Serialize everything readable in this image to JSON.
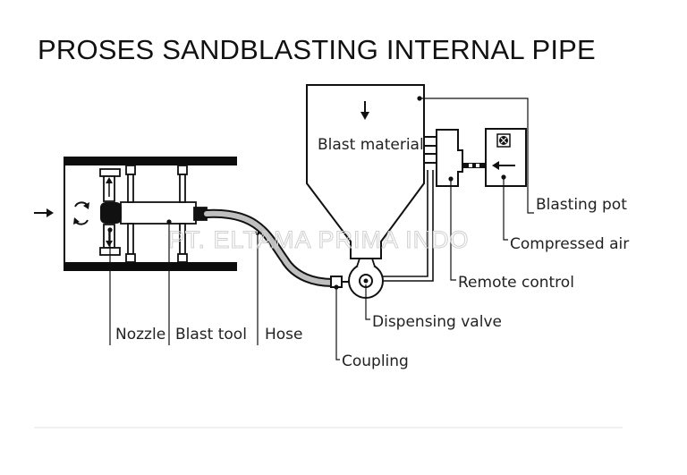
{
  "title": "PROSES SANDBLASTING INTERNAL PIPE",
  "watermark": "PT. ELTAMA PRIMA INDO",
  "labels": {
    "blast_material": "Blast material",
    "blasting_pot": "Blasting pot",
    "compressed_air": "Compressed air",
    "remote_control": "Remote control",
    "dispensing_valve": "Dispensing valve",
    "coupling": "Coupling",
    "nozzle": "Nozzle",
    "blast_tool": "Blast tool",
    "hose": "Hose"
  },
  "icons": [
    "flow-arrow-icon",
    "rotation-icon",
    "down-arrow-icon",
    "left-arrow-icon",
    "gauge-icon"
  ],
  "colors": {
    "ink": "#111111",
    "hose_fill": "#bfbfbf",
    "pipe_wall": "#0d0d0d",
    "watermark": "#d0d0d0"
  }
}
